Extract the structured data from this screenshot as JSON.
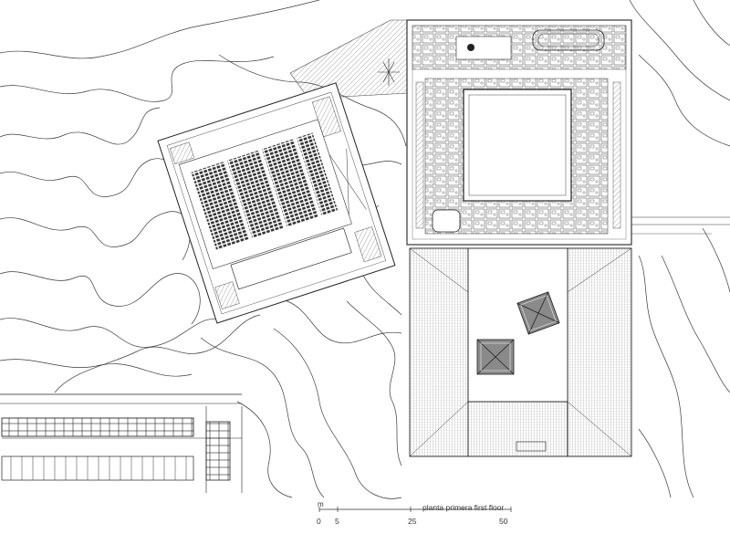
{
  "drawing": {
    "caption": "planta primera first floor",
    "scale_unit": "m",
    "scale_ticks": [
      "0",
      "5",
      "25",
      "50"
    ]
  },
  "colors": {
    "line": "#2b2b2b",
    "hatch": "#6a6a6a",
    "roof": "#8a8a8a",
    "background": "#ffffff"
  }
}
